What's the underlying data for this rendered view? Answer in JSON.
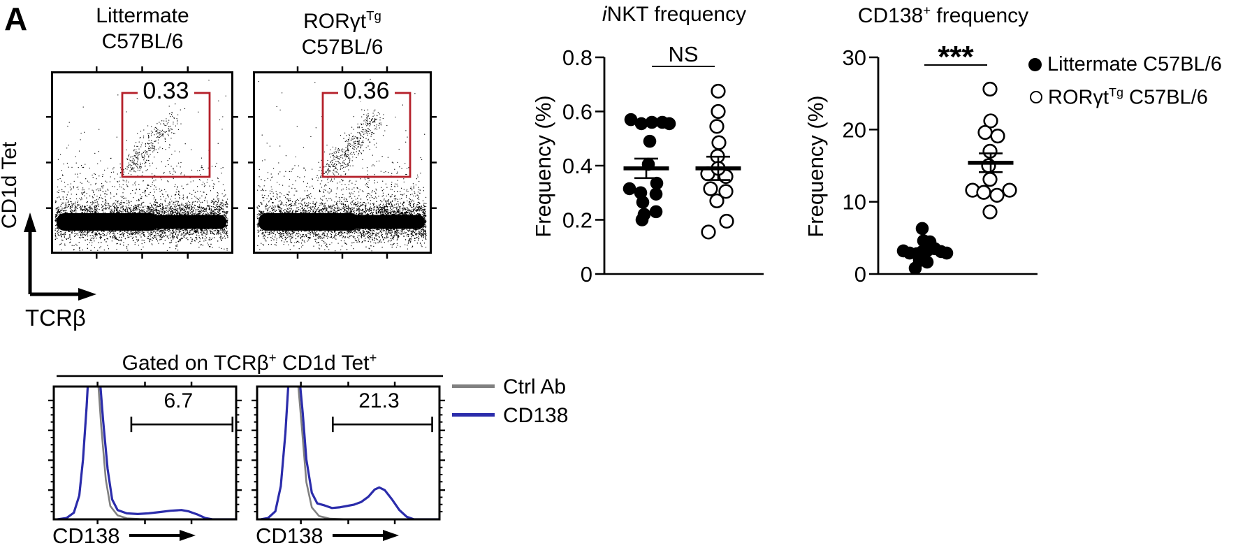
{
  "panel_label": "A",
  "colors": {
    "gate_red": "#b5202a",
    "cd138_blue": "#2b2cab",
    "ctrl_gray": "#808080",
    "ink": "#000000"
  },
  "flow_section": {
    "y_axis_label": "CD1d Tet",
    "x_axis_label": "TCRβ",
    "plots": [
      {
        "title_line1": "Littermate",
        "title_line1_sup": "",
        "title_line2": "C57BL/6",
        "gate_value": "0.33",
        "cloud": {
          "seed": 7,
          "xpow": 0.9,
          "nkt": 300
        }
      },
      {
        "title_line1": "RORγt",
        "title_line1_sup": "Tg",
        "title_line2": "C57BL/6",
        "gate_value": "0.36",
        "cloud": {
          "seed": 13,
          "xpow": 0.82,
          "nkt": 420
        }
      }
    ]
  },
  "legend_top": {
    "item1": {
      "label": "Littermate C57BL/6"
    },
    "item2": {
      "label_base": "RORγt",
      "label_sup": "Tg",
      "label_rest": " C57BL/6"
    }
  },
  "chart_data": [
    {
      "type": "scatter",
      "title_italic": "i",
      "title_rest": "NKT frequency",
      "ylabel": "Frequency (%)",
      "ylim": [
        0,
        0.8
      ],
      "yticks": [
        0,
        0.2,
        0.4,
        0.6,
        0.8
      ],
      "ytick_labels": [
        "0",
        "0.2",
        "0.4",
        "0.6",
        "0.8"
      ],
      "significance": "NS",
      "legend_position": "top-right-of-figure",
      "groups": [
        {
          "name": "Littermate C57BL/6",
          "marker": "filled",
          "mean": 0.39,
          "sem": 0.036,
          "points": [
            [
              -22,
              0.57
            ],
            [
              -7,
              0.555
            ],
            [
              8,
              0.56
            ],
            [
              23,
              0.56
            ],
            [
              33,
              0.555
            ],
            [
              5,
              0.49
            ],
            [
              3,
              0.405
            ],
            [
              -24,
              0.315
            ],
            [
              -8,
              0.3
            ],
            [
              -5,
              0.265
            ],
            [
              -3,
              0.22
            ],
            [
              -6,
              0.2
            ],
            [
              15,
              0.335
            ],
            [
              14,
              0.295
            ],
            [
              14,
              0.23
            ]
          ]
        },
        {
          "name": "RORγtTg C57BL/6",
          "marker": "open",
          "mean": 0.39,
          "sem": 0.043,
          "points": [
            [
              0,
              0.675
            ],
            [
              0,
              0.6
            ],
            [
              -2,
              0.545
            ],
            [
              1,
              0.485
            ],
            [
              -1,
              0.435
            ],
            [
              -15,
              0.37
            ],
            [
              11,
              0.36
            ],
            [
              0,
              0.39
            ],
            [
              -11,
              0.315
            ],
            [
              11,
              0.305
            ],
            [
              -2,
              0.27
            ],
            [
              12,
              0.195
            ],
            [
              -14,
              0.155
            ]
          ]
        }
      ]
    },
    {
      "type": "scatter",
      "title_base": "CD138",
      "title_sup": "+",
      "title_rest": " frequency",
      "ylabel": "Frequency (%)",
      "ylim": [
        0,
        30
      ],
      "yticks": [
        0,
        10,
        20,
        30
      ],
      "ytick_labels": [
        "0",
        "10",
        "20",
        "30"
      ],
      "significance": "***",
      "groups": [
        {
          "name": "Littermate C57BL/6",
          "marker": "filled",
          "mean": null,
          "sem": null,
          "points": [
            [
              2,
              6.3
            ],
            [
              4,
              4.6
            ],
            [
              13,
              4.45
            ],
            [
              -25,
              3.2
            ],
            [
              -16,
              2.9
            ],
            [
              -6,
              2.8
            ],
            [
              2,
              3.1
            ],
            [
              10,
              3.3
            ],
            [
              20,
              3.5
            ],
            [
              29,
              3.1
            ],
            [
              37,
              2.9
            ],
            [
              -2,
              1.85
            ],
            [
              9,
              1.65
            ],
            [
              -8,
              0.8
            ]
          ]
        },
        {
          "name": "RORγtTg C57BL/6",
          "marker": "open",
          "mean": 15.4,
          "sem": 1.3,
          "points": [
            [
              -1,
              25.6
            ],
            [
              0,
              21.2
            ],
            [
              -8,
              19.6
            ],
            [
              10,
              19.1
            ],
            [
              -1,
              17.0
            ],
            [
              -3,
              15.0
            ],
            [
              -1,
              13.1
            ],
            [
              -26,
              11.6
            ],
            [
              -10,
              11.3
            ],
            [
              9,
              10.9
            ],
            [
              27,
              11.6
            ],
            [
              -1,
              8.6
            ]
          ]
        }
      ]
    },
    {
      "type": "histogram-overlay",
      "gate_label": "6.7",
      "xlabel": "CD138",
      "series": [
        {
          "name": "Ctrl Ab",
          "color": "#808080",
          "curve": [
            [
              0.02,
              0
            ],
            [
              0.07,
              0.01
            ],
            [
              0.11,
              0.05
            ],
            [
              0.14,
              0.18
            ],
            [
              0.16,
              0.45
            ],
            [
              0.18,
              0.85
            ],
            [
              0.19,
              1.1
            ],
            [
              0.24,
              1.1
            ],
            [
              0.26,
              0.7
            ],
            [
              0.285,
              0.3
            ],
            [
              0.31,
              0.1
            ],
            [
              0.35,
              0.03
            ],
            [
              0.4,
              0.008
            ],
            [
              0.47,
              0.002
            ],
            [
              0.55,
              0
            ],
            [
              1,
              0
            ]
          ]
        },
        {
          "name": "CD138",
          "color": "#2b2cab",
          "curve": [
            [
              0.02,
              0
            ],
            [
              0.07,
              0.01
            ],
            [
              0.11,
              0.05
            ],
            [
              0.14,
              0.18
            ],
            [
              0.16,
              0.45
            ],
            [
              0.18,
              0.85
            ],
            [
              0.19,
              1.1
            ],
            [
              0.25,
              1.1
            ],
            [
              0.27,
              0.75
            ],
            [
              0.295,
              0.38
            ],
            [
              0.32,
              0.15
            ],
            [
              0.35,
              0.07
            ],
            [
              0.4,
              0.045
            ],
            [
              0.46,
              0.04
            ],
            [
              0.52,
              0.045
            ],
            [
              0.58,
              0.055
            ],
            [
              0.64,
              0.065
            ],
            [
              0.7,
              0.07
            ],
            [
              0.74,
              0.06
            ],
            [
              0.79,
              0.035
            ],
            [
              0.83,
              0.01
            ],
            [
              0.87,
              0
            ],
            [
              1,
              0
            ]
          ]
        }
      ],
      "gate": {
        "x1": 0.425,
        "x2": 0.98,
        "y": 0.285
      }
    },
    {
      "type": "histogram-overlay",
      "gate_label": "21.3",
      "xlabel": "CD138",
      "series": [
        {
          "name": "Ctrl Ab",
          "color": "#808080",
          "curve": [
            [
              0.02,
              0
            ],
            [
              0.06,
              0.01
            ],
            [
              0.1,
              0.06
            ],
            [
              0.13,
              0.25
            ],
            [
              0.155,
              0.65
            ],
            [
              0.175,
              1.1
            ],
            [
              0.22,
              1.1
            ],
            [
              0.245,
              0.7
            ],
            [
              0.27,
              0.28
            ],
            [
              0.3,
              0.09
            ],
            [
              0.34,
              0.025
            ],
            [
              0.4,
              0.005
            ],
            [
              0.5,
              0
            ],
            [
              1,
              0
            ]
          ]
        },
        {
          "name": "CD138",
          "color": "#2b2cab",
          "curve": [
            [
              0.02,
              0
            ],
            [
              0.06,
              0.01
            ],
            [
              0.1,
              0.06
            ],
            [
              0.13,
              0.25
            ],
            [
              0.155,
              0.65
            ],
            [
              0.175,
              1.1
            ],
            [
              0.23,
              1.1
            ],
            [
              0.25,
              0.8
            ],
            [
              0.27,
              0.45
            ],
            [
              0.3,
              0.2
            ],
            [
              0.33,
              0.12
            ],
            [
              0.37,
              0.105
            ],
            [
              0.41,
              0.085
            ],
            [
              0.45,
              0.09
            ],
            [
              0.49,
              0.1
            ],
            [
              0.53,
              0.11
            ],
            [
              0.57,
              0.13
            ],
            [
              0.61,
              0.17
            ],
            [
              0.645,
              0.225
            ],
            [
              0.67,
              0.24
            ],
            [
              0.7,
              0.22
            ],
            [
              0.74,
              0.15
            ],
            [
              0.78,
              0.07
            ],
            [
              0.82,
              0.02
            ],
            [
              0.86,
              0
            ],
            [
              1,
              0
            ]
          ]
        }
      ],
      "gate": {
        "x1": 0.415,
        "x2": 0.96,
        "y": 0.285
      }
    }
  ],
  "histogram_section": {
    "header_base": "Gated on TCRβ",
    "header_sup1": "+",
    "header_mid": " CD1d Tet",
    "header_sup2": "+",
    "x_label": "CD138",
    "legend": {
      "item1": "Ctrl Ab",
      "item2": "CD138"
    }
  }
}
